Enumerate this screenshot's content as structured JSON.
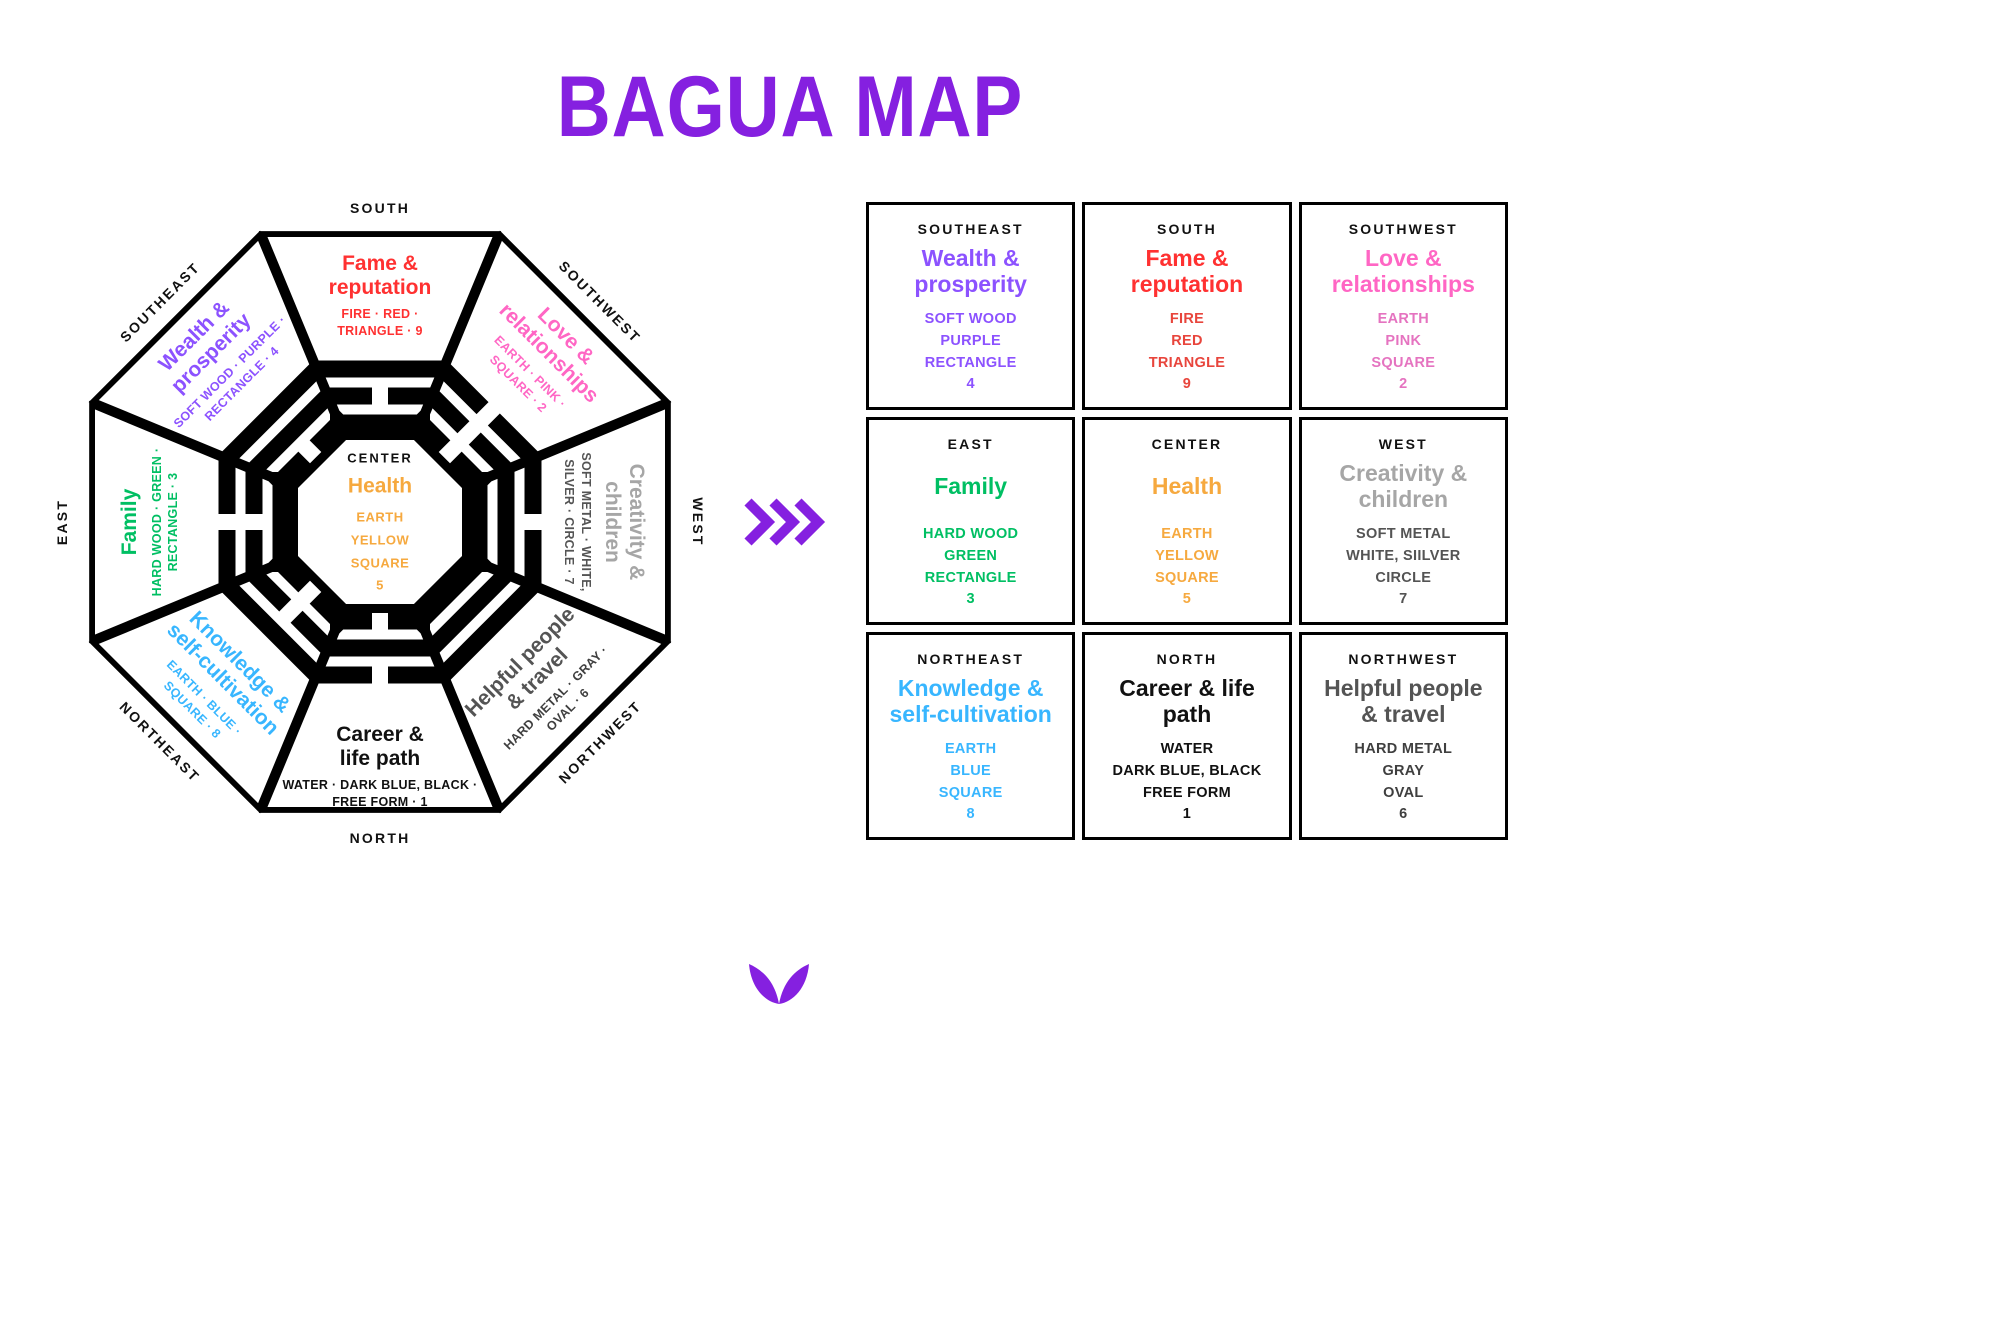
{
  "page": {
    "title": "BAGUA MAP"
  },
  "colors": {
    "accent": "#8520E0",
    "ink": "#111111",
    "trigram": "#000000"
  },
  "octagon": {
    "labels": {
      "south": "SOUTH",
      "southeast": "SOUTHEAST",
      "southwest": "SOUTHWEST",
      "east": "EAST",
      "west": "WEST",
      "northeast": "NORTHEAST",
      "northwest": "NORTHWEST",
      "north": "NORTH",
      "center": "CENTER"
    },
    "center": {
      "title": "Health",
      "props": "EARTH\nYELLOW\nSQUARE\n5",
      "color": "#F6A93F"
    },
    "sections": {
      "south": {
        "title": "Fame &\nreputation",
        "props": "FIRE · RED ·\nTRIANGLE · 9",
        "color": "#FF3131",
        "trigram": [
          "solid",
          "broken",
          "solid"
        ]
      },
      "southeast": {
        "title": "Wealth &\nprosperity",
        "props": "SOFT WOOD · PURPLE ·\nRECTANGLE · 4",
        "color": "#8C52FF",
        "trigram": [
          "broken",
          "solid",
          "solid"
        ]
      },
      "southwest": {
        "title": "Love &\nrelationships",
        "props": "EARTH · PINK ·\nSQUARE · 2",
        "color": "#FF66C4",
        "trigram": [
          "broken",
          "broken",
          "broken"
        ]
      },
      "east": {
        "title": "Family",
        "props": "HARD WOOD · GREEN ·\nRECTANGLE · 3",
        "color": "#00BF63",
        "trigram": [
          "solid",
          "broken",
          "broken"
        ]
      },
      "west": {
        "title": "Creativity &\nchildren",
        "props": "SOFT METAL · WHITE,\nSILVER · CIRCLE · 7",
        "color": "#A6A6A6",
        "props_color": "#545454",
        "trigram": [
          "solid",
          "solid",
          "broken"
        ]
      },
      "northeast": {
        "title": "Knowledge &\nself-cultivation",
        "props": "EARTH · BLUE ·\nSQUARE · 8",
        "color": "#38B6FF",
        "trigram": [
          "broken",
          "broken",
          "solid"
        ]
      },
      "northwest": {
        "title": "Helpful people\n& travel",
        "props": "HARD METAL · GRAY ·\nOVAL · 6",
        "color": "#545454",
        "props_color": "#3F3F3F",
        "trigram": [
          "solid",
          "solid",
          "solid"
        ]
      },
      "north": {
        "title": "Career &\nlife path",
        "props": "WATER · DARK BLUE, BLACK ·\nFREE FORM · 1",
        "color": "#111111",
        "trigram": [
          "broken",
          "solid",
          "broken"
        ]
      }
    }
  },
  "grid": [
    {
      "direction": "SOUTHEAST",
      "title": "Wealth & prosperity",
      "props": [
        "SOFT WOOD",
        "PURPLE",
        "RECTANGLE",
        "4"
      ],
      "title_color": "#8C52FF",
      "props_color": "#8C52FF"
    },
    {
      "direction": "SOUTH",
      "title": "Fame & reputation",
      "props": [
        "FIRE",
        "RED",
        "TRIANGLE",
        "9"
      ],
      "title_color": "#FF3131",
      "props_color": "#E8453C"
    },
    {
      "direction": "SOUTHWEST",
      "title": "Love & relationships",
      "props": [
        "EARTH",
        "PINK",
        "SQUARE",
        "2"
      ],
      "title_color": "#FF66C4",
      "props_color": "#E573C0"
    },
    {
      "direction": "EAST",
      "title": "Family",
      "props": [
        "HARD WOOD",
        "GREEN",
        "RECTANGLE",
        "3"
      ],
      "title_color": "#00BF63",
      "props_color": "#00BF63"
    },
    {
      "direction": "CENTER",
      "title": "Health",
      "props": [
        "EARTH",
        "YELLOW",
        "SQUARE",
        "5"
      ],
      "title_color": "#F6A93F",
      "props_color": "#F6A93F"
    },
    {
      "direction": "WEST",
      "title": "Creativity & children",
      "props": [
        "SOFT METAL",
        "WHITE, SIILVER",
        "CIRCLE",
        "7"
      ],
      "title_color": "#A6A6A6",
      "props_color": "#545454"
    },
    {
      "direction": "NORTHEAST",
      "title": "Knowledge & self-cultivation",
      "props": [
        "EARTH",
        "BLUE",
        "SQUARE",
        "8"
      ],
      "title_color": "#38B6FF",
      "props_color": "#38B6FF"
    },
    {
      "direction": "NORTH",
      "title": "Career & life path",
      "props": [
        "WATER",
        "DARK BLUE, BLACK",
        "FREE FORM",
        "1"
      ],
      "title_color": "#111111",
      "props_color": "#111111"
    },
    {
      "direction": "NORTHWEST",
      "title": "Helpful people & travel",
      "props": [
        "HARD METAL",
        "GRAY",
        "OVAL",
        "6"
      ],
      "title_color": "#545454",
      "props_color": "#3F3F3F"
    }
  ]
}
